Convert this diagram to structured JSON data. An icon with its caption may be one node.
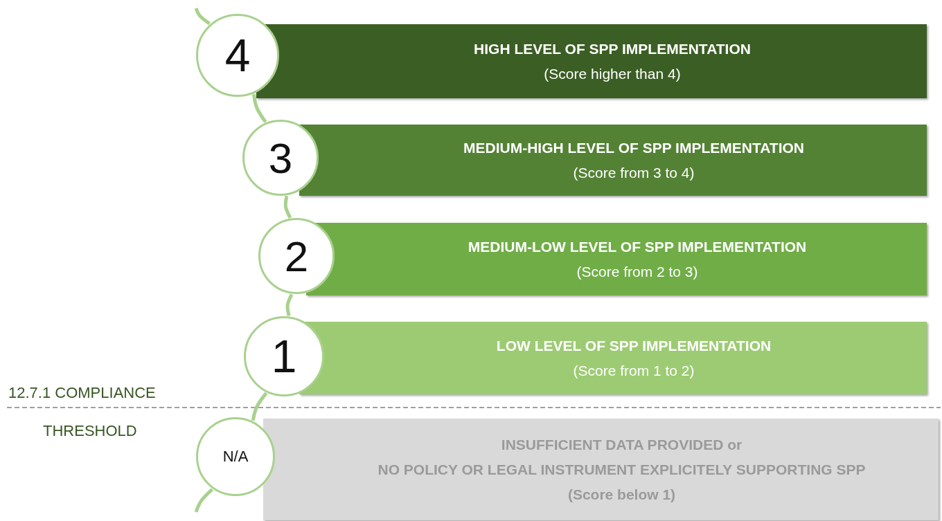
{
  "diagram": {
    "nodes": [
      {
        "text": [
          "4"
        ]
      },
      {
        "text": [
          "HIGH LEVEL OF SPP IMPLEMENTATION",
          "(Score higher than 4)"
        ]
      },
      {
        "text": [
          "3"
        ]
      },
      {
        "text": [
          "MEDIUM-HIGH LEVEL OF SPP IMPLEMENTATION",
          "(Score from 3 to 4)"
        ]
      },
      {
        "text": [
          "2"
        ]
      },
      {
        "text": [
          "MEDIUM-LOW LEVEL OF SPP IMPLEMENTATION",
          "(Score from 2 to 3)"
        ]
      },
      {
        "text": [
          "1"
        ]
      },
      {
        "text": [
          "LOW LEVEL OF SPP IMPLEMENTATION",
          "(Score from 1 to 2)"
        ]
      },
      {
        "text": [
          "N/A"
        ]
      },
      {
        "text": [
          "INSUFFICIENT DATA PROVIDED or",
          "NO POLICY OR LEGAL INSTRUMENT EXPLICITELY SUPPORTING SPP",
          "(Score below 1)"
        ]
      }
    ],
    "edges": [
      {
        "from": null,
        "to": 0,
        "arrow": "none"
      },
      {
        "from": 0,
        "to": 2,
        "arrow": "none"
      },
      {
        "from": 2,
        "to": 4,
        "arrow": "none"
      },
      {
        "from": 4,
        "to": 6,
        "arrow": "none"
      },
      {
        "from": 6,
        "to": 8,
        "arrow": "none"
      },
      {
        "from": 8,
        "to": null,
        "arrow": "none"
      }
    ],
    "labels": [
      "12.7.1 COMPLIANCE",
      "THRESHOLD"
    ]
  }
}
